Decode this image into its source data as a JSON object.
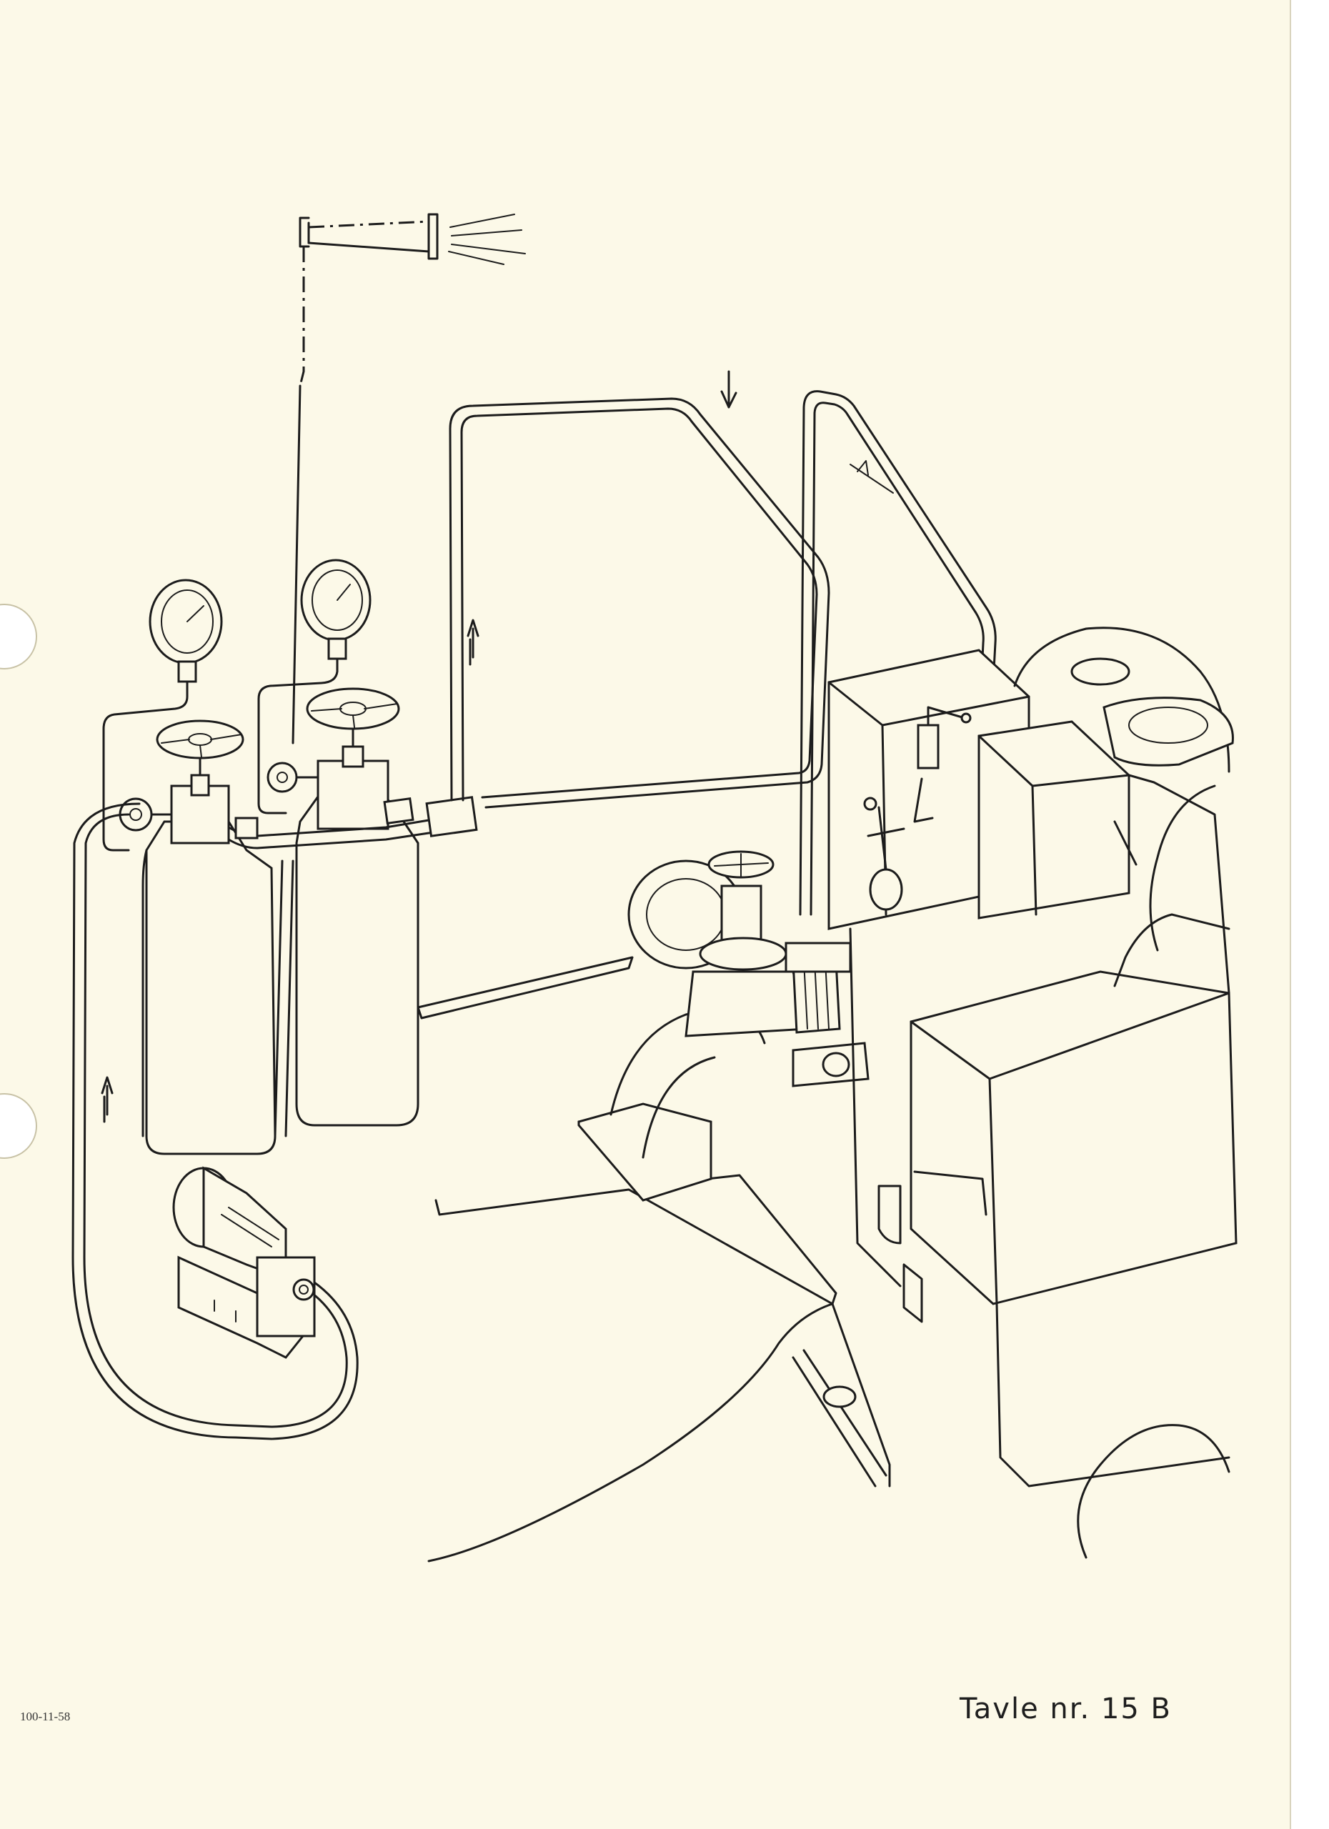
{
  "plate": {
    "label": "Tavle nr. 15 B"
  },
  "print_code": "100-11-58",
  "colors": {
    "paper": "#fcf9e8",
    "ink": "#1c1c1c"
  },
  "figure": {
    "components": [
      "gas-cylinder-left",
      "gas-cylinder-right",
      "pressure-gauge-left",
      "pressure-gauge-right",
      "handwheel-left",
      "handwheel-right",
      "manifold-pipe",
      "nozzle-sprayer",
      "return-pipe-loop",
      "pump-unit",
      "engine-block",
      "distributor-valve",
      "flow-direction-arrows",
      "control-lever"
    ]
  }
}
